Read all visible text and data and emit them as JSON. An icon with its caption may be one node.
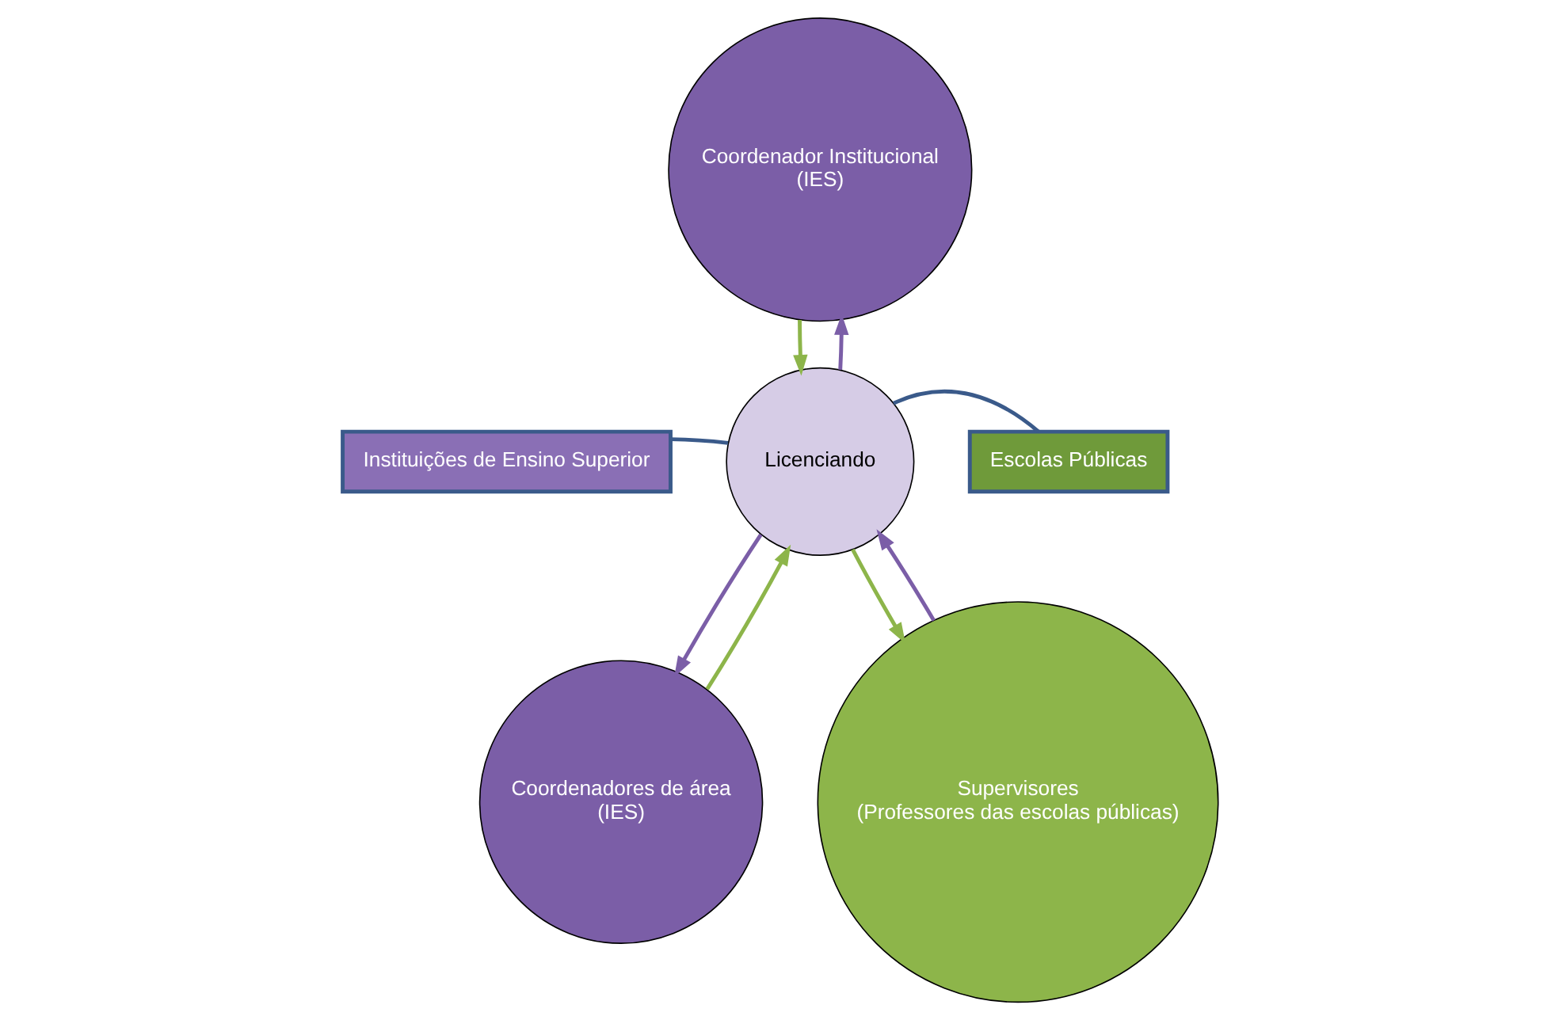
{
  "diagram": {
    "nodes": [
      {
        "text": [
          "Coordenador Institucional",
          "(IES)"
        ]
      },
      {
        "text": [
          "Instituições de Ensino Superior"
        ]
      },
      {
        "text": [
          "Licenciando"
        ]
      },
      {
        "text": [
          "Escolas Públicas"
        ]
      },
      {
        "text": [
          "Coordenadores de área",
          "(IES)"
        ]
      },
      {
        "text": [
          "Supervisores",
          "(Professores das escolas públicas)"
        ]
      }
    ],
    "edges": [
      {
        "from": 2,
        "to": 0,
        "arrow": "to",
        "color": "#7b5ea7"
      },
      {
        "from": 0,
        "to": 2,
        "arrow": "to",
        "color": "#8db54a"
      },
      {
        "from": 1,
        "to": 2,
        "arrow": "none",
        "color": "#3a5a8a"
      },
      {
        "from": 3,
        "to": 2,
        "arrow": "none",
        "color": "#3a5a8a"
      },
      {
        "from": 4,
        "to": 2,
        "arrow": "to",
        "color": "#8db54a"
      },
      {
        "from": 2,
        "to": 4,
        "arrow": "to",
        "color": "#7b5ea7"
      },
      {
        "from": 2,
        "to": 5,
        "arrow": "to",
        "color": "#8db54a"
      },
      {
        "from": 5,
        "to": 2,
        "arrow": "to",
        "color": "#7b5ea7"
      }
    ]
  }
}
